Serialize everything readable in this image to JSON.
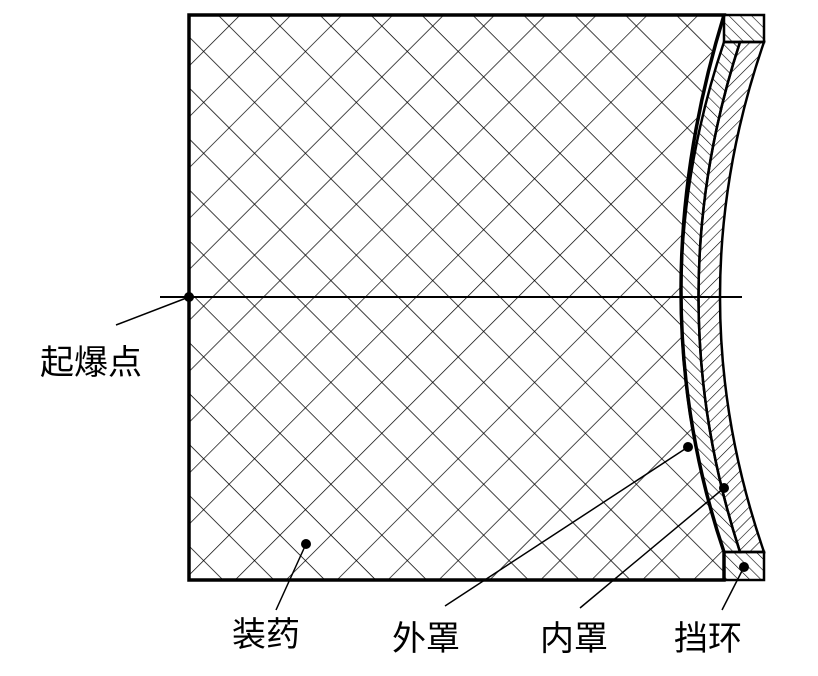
{
  "labels": {
    "detonation_point": "起爆点",
    "charge": "装药",
    "outer_liner": "外罩",
    "inner_liner": "内罩",
    "retaining_ring": "挡环"
  }
}
